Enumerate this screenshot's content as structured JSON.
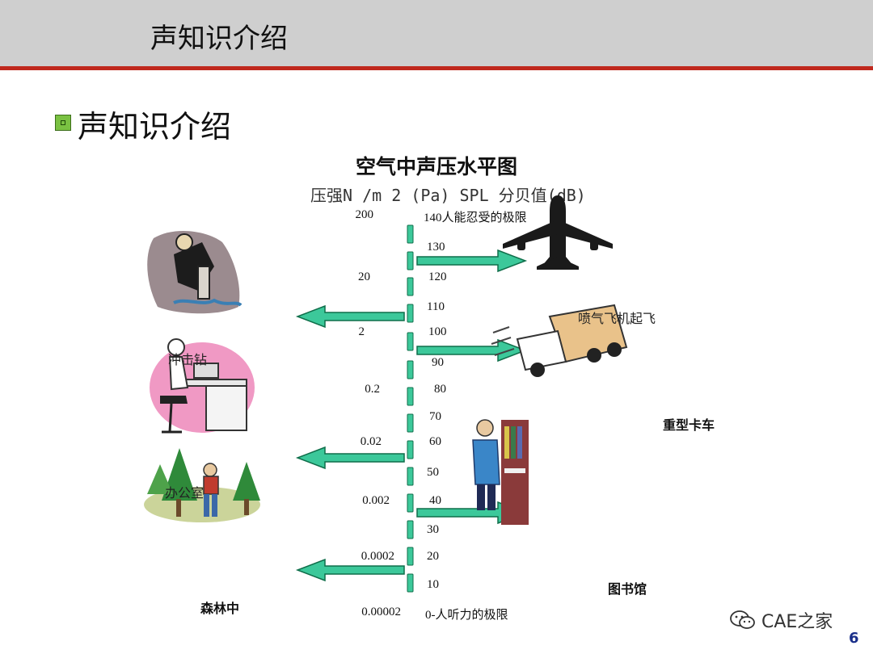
{
  "header": {
    "title": "声知识介绍"
  },
  "section": {
    "title": "声知识介绍"
  },
  "diagram": {
    "title": "空气中声压水平图",
    "subtitle": "压强N /m 2 (Pa)  SPL 分贝值(dB)",
    "pa_values": [
      "200",
      "20",
      "2",
      "0.2",
      "0.02",
      "0.002",
      "0.0002",
      "0.00002"
    ],
    "db_values": [
      "140人能忍受的极限",
      "130",
      "120",
      "110",
      "100",
      "90",
      "80",
      "70",
      "60",
      "50",
      "40",
      "30",
      "20",
      "10",
      "0-人听力的极限"
    ],
    "captions": {
      "jet_takeoff": "喷气飞机起飞",
      "jackhammer": "冲击钻",
      "truck": "重型卡车",
      "office": "办公室",
      "library": "图书馆",
      "forest": "森林中"
    },
    "colors": {
      "arrow_fill": "#3cc89a",
      "arrow_stroke": "#0f6e4a",
      "marker_fill": "#3cc89a"
    }
  },
  "watermark": {
    "text": "CAE之家"
  },
  "page": {
    "number": "6"
  }
}
